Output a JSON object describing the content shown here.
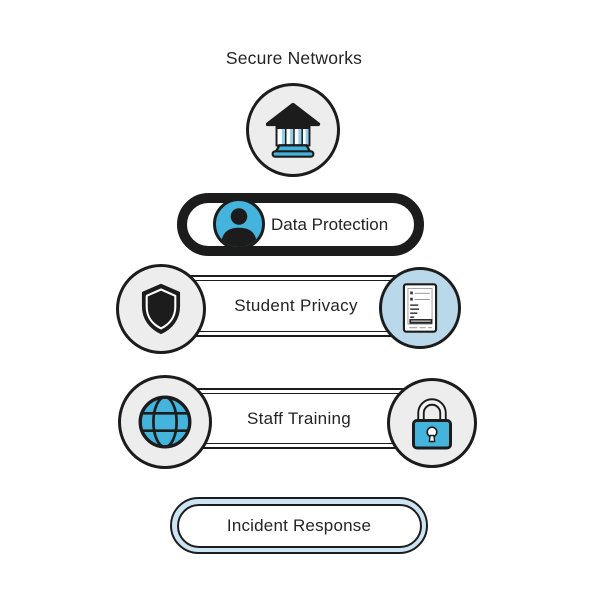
{
  "title": "Secure Networks",
  "colors": {
    "ink": "#1c1c1c",
    "accent_blue": "#45b4dc",
    "light_blue": "#b9d9ea",
    "pale_blue": "#cce5f3",
    "circle_gray": "#ededee"
  },
  "tiers": {
    "top": {
      "icon": "bank-icon"
    },
    "data_protection": {
      "label": "Data Protection",
      "icon": "person-icon"
    },
    "student_privacy": {
      "label": "Student Privacy",
      "left_icon": "shield-icon",
      "right_icon": "document-icon"
    },
    "staff_training": {
      "label": "Staff Training",
      "left_icon": "globe-icon",
      "right_icon": "lock-icon"
    },
    "incident_response": {
      "label": "Incident Response"
    }
  }
}
